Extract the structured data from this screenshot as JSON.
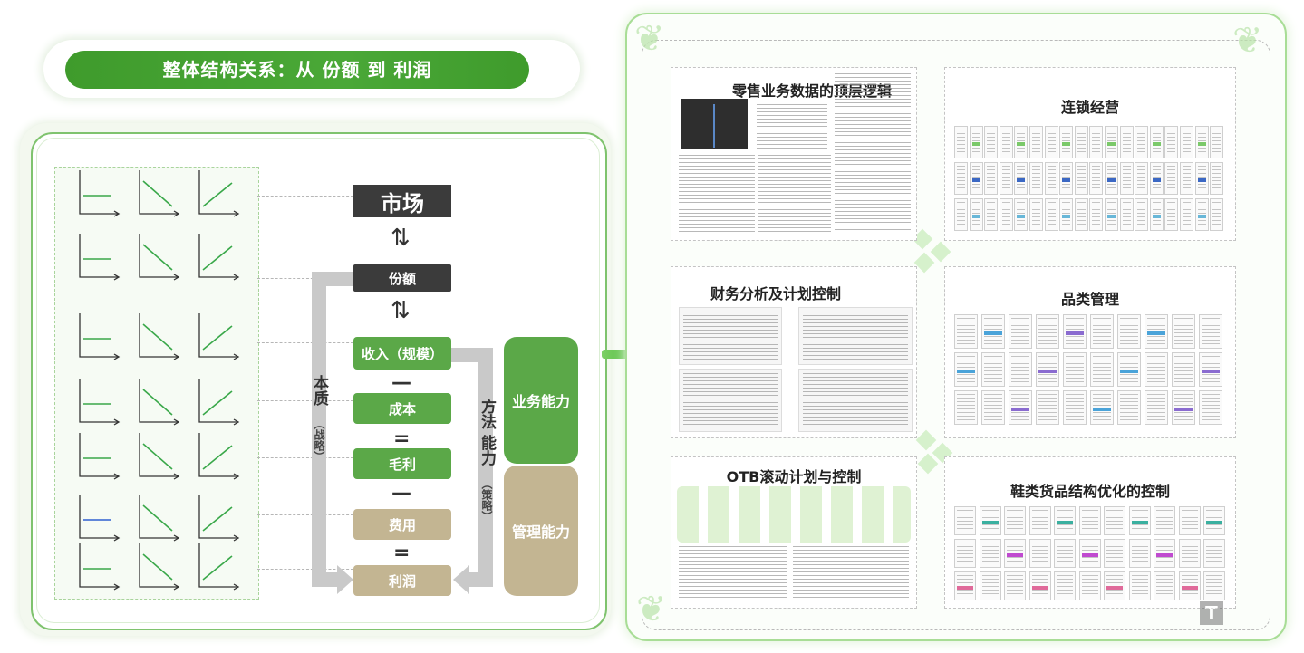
{
  "title": "整体结构关系：从 份额 到 利润",
  "flow": {
    "market": "市场",
    "share": "份额",
    "revenue": "收入（规模）",
    "cost": "成本",
    "gross_profit": "毛利",
    "expense": "费用",
    "profit": "利润",
    "op_minus_1": "—",
    "op_equals_1": "=",
    "op_minus_2": "—",
    "op_equals_2": "=",
    "arrow_1": "⇅",
    "arrow_2": "⇅"
  },
  "side_labels": {
    "essence": "本质",
    "essence_sub": "（战略）",
    "method": "方法 能力",
    "method_sub": "（策略）"
  },
  "capabilities": {
    "business": "业务能力",
    "management": "管理能力"
  },
  "cards": {
    "top_logic": "零售业务数据的顶层逻辑",
    "chain": "连锁经营",
    "finance": "财务分析及计划控制",
    "category": "品类管理",
    "otb": "OTB滚动计划与控制",
    "shoes": "鞋类货品结构优化的控制"
  },
  "colors": {
    "green": "#5ba848",
    "dark": "#3b3b3b",
    "tan": "#c3b592",
    "title_green": "#4aa837",
    "mini_line": "#3aa84a",
    "mini_line_alt": "#2f5fd0"
  }
}
